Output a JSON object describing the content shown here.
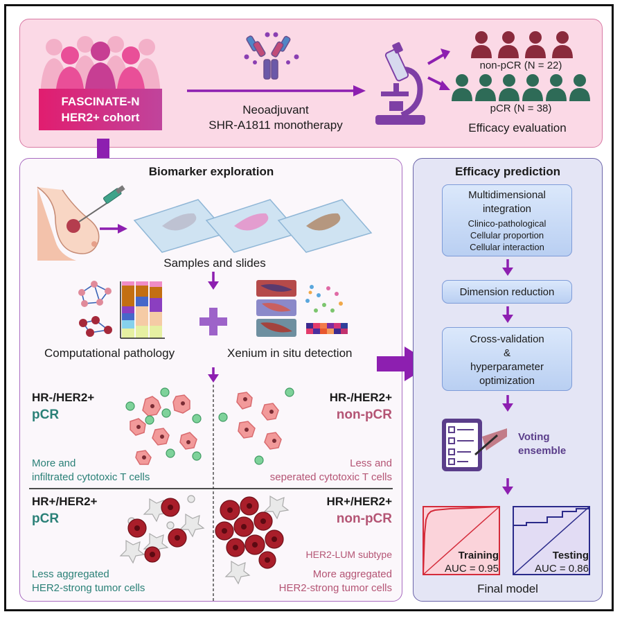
{
  "top": {
    "cohort_line1": "FASCINATE-N",
    "cohort_line2": "HER2+ cohort",
    "treatment_line1": "Neoadjuvant",
    "treatment_line2": "SHR-A1811 monotherapy",
    "non_pcr_label": "non-pCR (N = 22)",
    "pcr_label": "pCR (N = 38)",
    "efficacy_eval": "Efficacy evaluation"
  },
  "left": {
    "title": "Biomarker exploration",
    "samples_label": "Samples and slides",
    "comp_path_label": "Computational pathology",
    "xenium_label": "Xenium in situ detection",
    "q1": {
      "subtype": "HR-/HER2+",
      "response": "pCR",
      "desc1": "More and",
      "desc2": "infiltrated cytotoxic T cells"
    },
    "q2": {
      "subtype": "HR-/HER2+",
      "response": "non-pCR",
      "desc1": "Less and",
      "desc2": "seperated cytotoxic T cells"
    },
    "q3": {
      "subtype": "HR+/HER2+",
      "response": "pCR",
      "desc1": "Less aggregated",
      "desc2": "HER2-strong tumor cells"
    },
    "q4": {
      "subtype": "HR+/HER2+",
      "response": "non-pCR",
      "extra": "HER2-LUM subtype",
      "desc1": "More aggregated",
      "desc2": "HER2-strong tumor cells"
    }
  },
  "right": {
    "title": "Efficacy prediction",
    "step1": {
      "title1": "Multidimensional",
      "title2": "integration",
      "line1": "Clinico-pathological",
      "line2": "Cellular proportion",
      "line3": "Cellular interaction"
    },
    "step2": "Dimension reduction",
    "step3": {
      "line1": "Cross-validation",
      "line2": "&",
      "line3": "hyperparameter",
      "line4": "optimization"
    },
    "voting1": "Voting",
    "voting2": "ensemble",
    "training": {
      "name": "Training",
      "auc_text": "AUC = 0.95"
    },
    "testing": {
      "name": "Testing",
      "auc_text": "AUC = 0.86"
    },
    "final_model": "Final model"
  },
  "colors": {
    "purple": "#8d1fb0",
    "pcr_green": "#2a8077",
    "non_pcr_red": "#b45474",
    "person_green": "#2e6b57",
    "person_red": "#8a2a3c",
    "magenta": "#e11d6f"
  }
}
